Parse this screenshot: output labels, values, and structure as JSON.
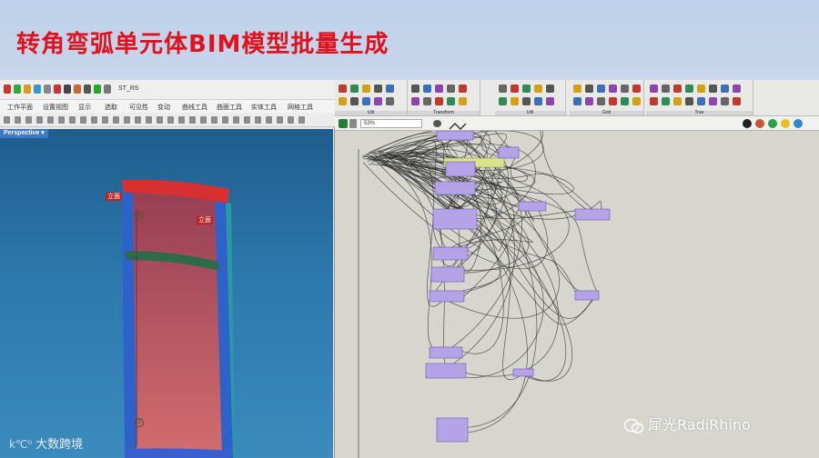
{
  "slide": {
    "title": "转角弯弧单元体BIM模型批量生成"
  },
  "rhino": {
    "toolbar_label": "ST_RS",
    "menu_items": [
      "工作平面",
      "设置视图",
      "显示",
      "选取",
      "可见性",
      "变动",
      "曲线工具",
      "曲面工具",
      "实体工具",
      "网格工具"
    ],
    "viewport_name": "Perspective",
    "tags": [
      "立面",
      "立面"
    ],
    "circle_numbers": [
      "①",
      "①"
    ]
  },
  "grasshopper": {
    "zoom_value": "53%",
    "groups": [
      "Util",
      "Transform",
      "Util",
      "Grid",
      "Tree"
    ]
  },
  "watermarks": {
    "left": "大数跨境",
    "right": "犀光RadiRhino"
  },
  "colors": {
    "title_red": "#e0121e",
    "viewport_blue": "#2c79ad",
    "panel_red": "#d83030",
    "mullion_blue": "#2d62c8",
    "transom_green": "#2e6b4a",
    "gh_component": "#b4a3e6",
    "gh_selected": "#d9e58a"
  }
}
